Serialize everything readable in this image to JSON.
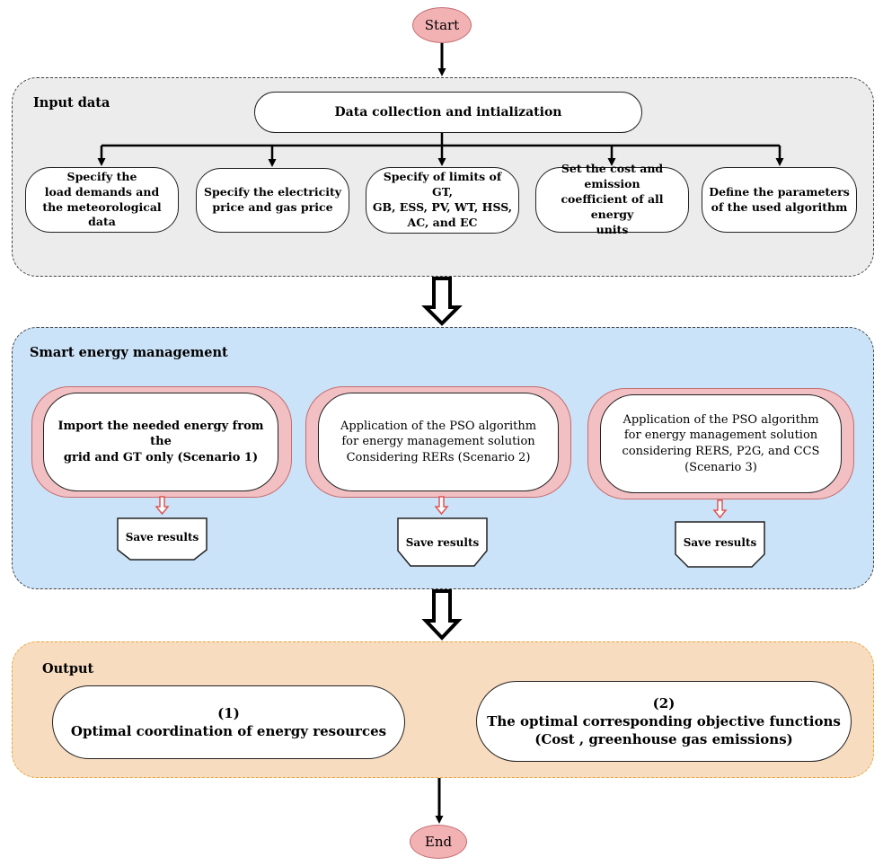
{
  "start_label": "Start",
  "end_label": "End",
  "input_section": {
    "title": "Input data",
    "header_box": "Data collection and intialization",
    "boxes": [
      "Specify the\nload demands and\nthe meteorological data",
      "Specify the electricity\nprice and gas price",
      "Specify of limits of GT,\nGB, ESS, PV, WT, HSS,\nAC, and EC",
      "Set the cost and emission\ncoefficient of all energy\nunits",
      "Define the parameters\nof the used algorithm"
    ]
  },
  "smart_section": {
    "title": "Smart energy management",
    "scenarios": [
      {
        "text": "Import the needed energy from the\ngrid and GT only (Scenario 1)",
        "save": "Save results"
      },
      {
        "text": "Application of the PSO algorithm\nfor energy management solution\nConsidering RERs (Scenario 2)",
        "save": "Save results"
      },
      {
        "text": "Application of the PSO algorithm\nfor energy management solution\nconsidering RERS, P2G, and CCS\n(Scenario 3)",
        "save": "Save results"
      }
    ]
  },
  "output_section": {
    "title": "Output",
    "box1": {
      "number": "(1)",
      "text": "Optimal coordination of energy resources"
    },
    "box2": {
      "number": "(2)",
      "text": "The optimal corresponding objective functions\n(Cost , greenhouse gas emissions)"
    }
  },
  "colors": {
    "terminal_fill": "#f2b2b4",
    "input_bg": "#ececec",
    "smart_bg": "#cbe3f8",
    "output_bg": "#f8dcc0",
    "output_border": "#e5a93c",
    "scenario_ring": "#f2bfc2",
    "small_arrow": "#e05555"
  }
}
